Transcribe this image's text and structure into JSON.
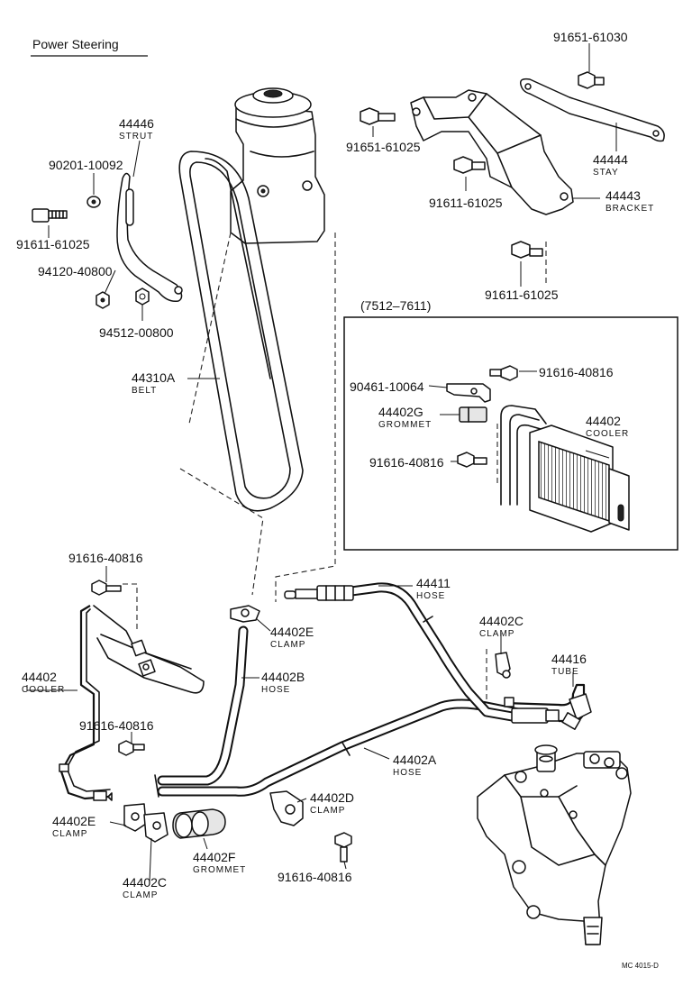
{
  "title": "Power Steering",
  "inset_title": "(7512–7611)",
  "ref_code": "MC 4015-D",
  "parts": [
    {
      "id": "p_91651_61030",
      "number": "91651-61030",
      "name": ""
    },
    {
      "id": "p_44446",
      "number": "44446",
      "name": "STRUT"
    },
    {
      "id": "p_90201",
      "number": "90201-10092",
      "name": ""
    },
    {
      "id": "p_91651_61025",
      "number": "91651-61025",
      "name": ""
    },
    {
      "id": "p_44444",
      "number": "44444",
      "name": "STAY"
    },
    {
      "id": "p_91611_a",
      "number": "91611-61025",
      "name": ""
    },
    {
      "id": "p_91611_b",
      "number": "91611-61025",
      "name": ""
    },
    {
      "id": "p_44443",
      "number": "44443",
      "name": "BRACKET"
    },
    {
      "id": "p_94120",
      "number": "94120-40800",
      "name": ""
    },
    {
      "id": "p_94512",
      "number": "94512-00800",
      "name": ""
    },
    {
      "id": "p_91611_c",
      "number": "91611-61025",
      "name": ""
    },
    {
      "id": "p_44310A",
      "number": "44310A",
      "name": "BELT"
    },
    {
      "id": "p_90461",
      "number": "90461-10064",
      "name": ""
    },
    {
      "id": "p_91616_a",
      "number": "91616-40816",
      "name": ""
    },
    {
      "id": "p_44402G",
      "number": "44402G",
      "name": "GROMMET"
    },
    {
      "id": "p_44402_in",
      "number": "44402",
      "name": "COOLER"
    },
    {
      "id": "p_91616_b",
      "number": "91616-40816",
      "name": ""
    },
    {
      "id": "p_91616_c",
      "number": "91616-40816",
      "name": ""
    },
    {
      "id": "p_44411",
      "number": "44411",
      "name": "HOSE"
    },
    {
      "id": "p_44402E_a",
      "number": "44402E",
      "name": "CLAMP"
    },
    {
      "id": "p_44402C_a",
      "number": "44402C",
      "name": "CLAMP"
    },
    {
      "id": "p_44402",
      "number": "44402",
      "name": "COOLER"
    },
    {
      "id": "p_44402B",
      "number": "44402B",
      "name": "HOSE"
    },
    {
      "id": "p_44416",
      "number": "44416",
      "name": "TUBE"
    },
    {
      "id": "p_91616_d",
      "number": "91616-40816",
      "name": ""
    },
    {
      "id": "p_44402A",
      "number": "44402A",
      "name": "HOSE"
    },
    {
      "id": "p_44402D",
      "number": "44402D",
      "name": "CLAMP"
    },
    {
      "id": "p_44402E_b",
      "number": "44402E",
      "name": "CLAMP"
    },
    {
      "id": "p_44402F",
      "number": "44402F",
      "name": "GROMMET"
    },
    {
      "id": "p_44402C_b",
      "number": "44402C",
      "name": "CLAMP"
    },
    {
      "id": "p_91616_e",
      "number": "91616-40816",
      "name": ""
    }
  ]
}
